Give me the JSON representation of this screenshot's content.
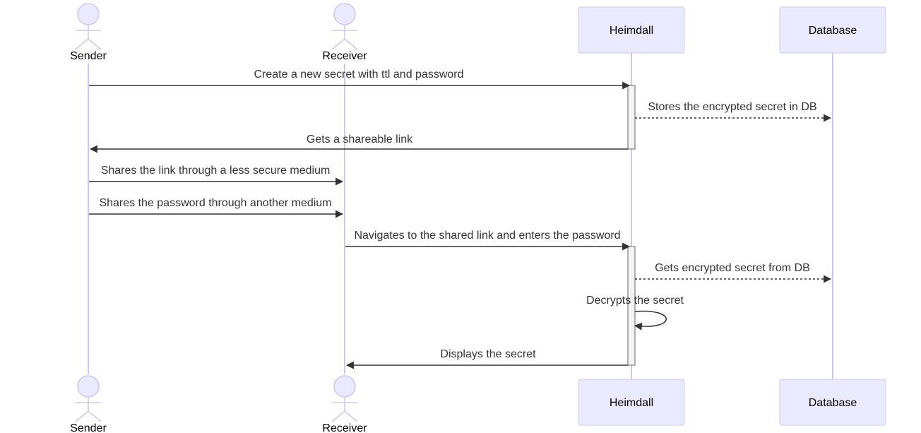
{
  "participants": [
    {
      "id": "sender",
      "label": "Sender",
      "kind": "actor"
    },
    {
      "id": "receiver",
      "label": "Receiver",
      "kind": "actor"
    },
    {
      "id": "heimdall",
      "label": "Heimdall",
      "kind": "participant"
    },
    {
      "id": "database",
      "label": "Database",
      "kind": "participant"
    }
  ],
  "messages": [
    {
      "from": "sender",
      "to": "heimdall",
      "label": "Create a new secret with ttl and password",
      "style": "solid"
    },
    {
      "from": "heimdall",
      "to": "database",
      "label": "Stores the encrypted secret in DB",
      "style": "dotted"
    },
    {
      "from": "heimdall",
      "to": "sender",
      "label": "Gets a shareable link",
      "style": "solid"
    },
    {
      "from": "sender",
      "to": "receiver",
      "label": "Shares the link through a less secure medium",
      "style": "solid"
    },
    {
      "from": "sender",
      "to": "receiver",
      "label": "Shares the password through another medium",
      "style": "solid"
    },
    {
      "from": "receiver",
      "to": "heimdall",
      "label": "Navigates to the shared link and enters the password",
      "style": "solid"
    },
    {
      "from": "heimdall",
      "to": "database",
      "label": "Gets encrypted secret from DB",
      "style": "dotted"
    },
    {
      "from": "heimdall",
      "to": "heimdall",
      "label": "Decrypts the secret",
      "style": "self"
    },
    {
      "from": "heimdall",
      "to": "receiver",
      "label": "Displays the secret",
      "style": "solid"
    }
  ],
  "colors": {
    "participant_fill": "#eaeaff",
    "participant_stroke": "#cdc8f0",
    "lifeline": "#cdc8f0",
    "arrow": "#333333",
    "activation_fill": "#f4f4f4"
  }
}
